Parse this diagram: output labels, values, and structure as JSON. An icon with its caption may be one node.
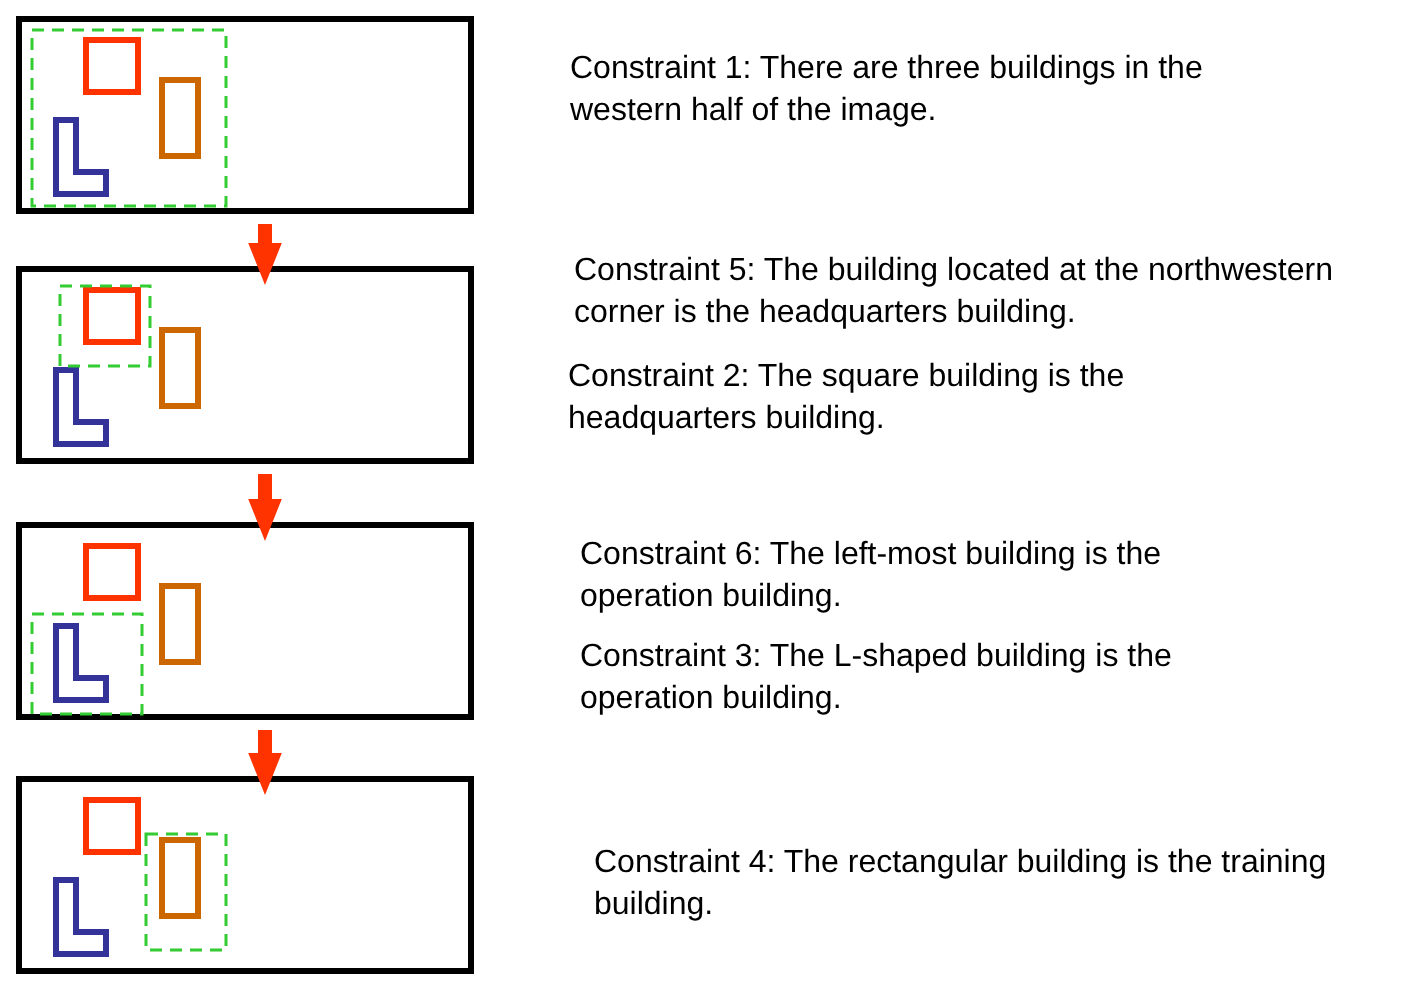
{
  "diagram": {
    "nodes": [
      {
        "text": [],
        "shape": "box",
        "beside": [
          "Constraint 1: There are three buildings in the western half of the image."
        ]
      },
      {
        "text": [],
        "shape": "box",
        "beside": [
          "Constraint 5: The building located at the northwestern corner is the headquarters building.",
          "Constraint 2: The square building is the headquarters building."
        ]
      },
      {
        "text": [],
        "shape": "box",
        "beside": [
          "Constraint 6: The left-most building is the operation building.",
          "Constraint 3: The L-shaped building is the operation building."
        ]
      },
      {
        "text": [],
        "shape": "box",
        "beside": [
          "Constraint 4: The rectangular building is the training building."
        ]
      }
    ],
    "edges": [
      {
        "from": 0,
        "to": 1,
        "arrow": "to"
      },
      {
        "from": 1,
        "to": 2,
        "arrow": "to"
      },
      {
        "from": 2,
        "to": 3,
        "arrow": "to"
      }
    ]
  }
}
